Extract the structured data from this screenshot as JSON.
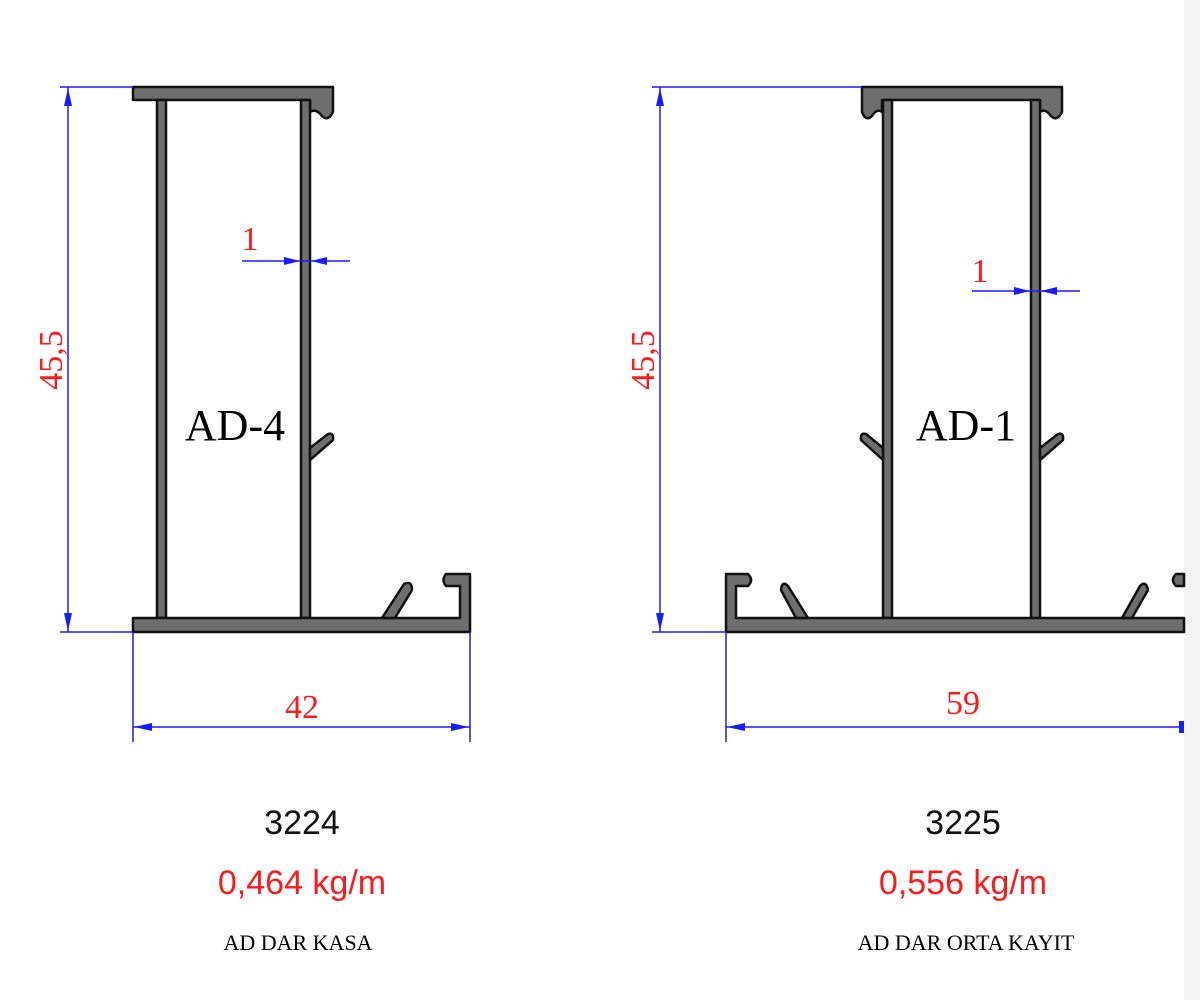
{
  "profiles": [
    {
      "label": "AD-4",
      "height_dim": "45,5",
      "width_dim": "42",
      "wall_dim": "1",
      "code": "3224",
      "weight": "0,464 kg/m",
      "name": "AD DAR KASA"
    },
    {
      "label": "AD-1",
      "height_dim": "45,5",
      "width_dim": "59",
      "wall_dim": "1",
      "code": "3225",
      "weight": "0,556 kg/m",
      "name": "AD DAR ORTA KAYIT"
    }
  ],
  "colors": {
    "profile": "#6e6e6e",
    "dimension": "#1a1aff",
    "dimension_text": "#ff1a1a"
  }
}
